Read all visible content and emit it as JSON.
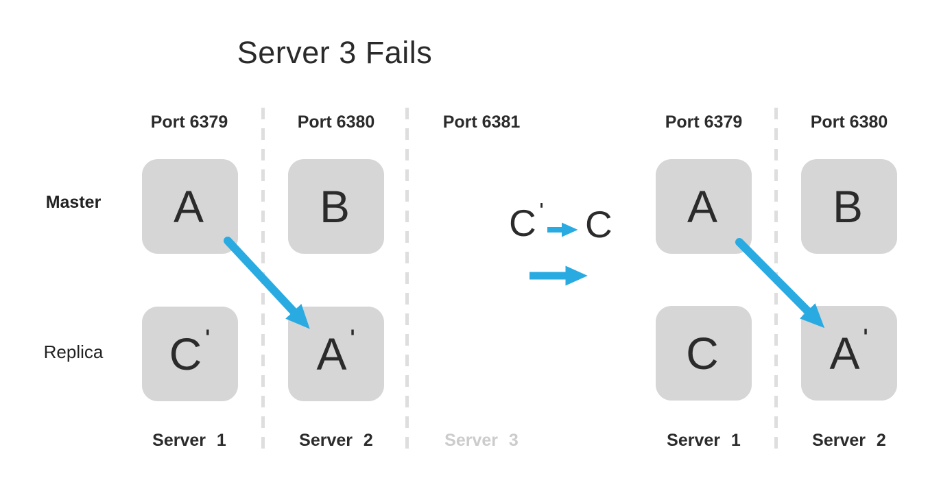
{
  "title": "Server 3 Fails",
  "row_labels": {
    "master": "Master",
    "replica": "Replica"
  },
  "left_cluster": {
    "ports": [
      "Port 6379",
      "Port 6380",
      "Port 6381"
    ],
    "servers": [
      "Server 1",
      "Server 2",
      "Server 3"
    ],
    "nodes": {
      "master": [
        {
          "letter": "A",
          "prime": ""
        },
        {
          "letter": "B",
          "prime": ""
        }
      ],
      "replica": [
        {
          "letter": "C",
          "prime": "'"
        },
        {
          "letter": "A",
          "prime": "'"
        }
      ]
    }
  },
  "right_cluster": {
    "ports": [
      "Port 6379",
      "Port 6380"
    ],
    "servers": [
      "Server 1",
      "Server 2"
    ],
    "nodes": {
      "master": [
        {
          "letter": "A",
          "prime": ""
        },
        {
          "letter": "B",
          "prime": ""
        }
      ],
      "replica": [
        {
          "letter": "C",
          "prime": ""
        },
        {
          "letter": "A",
          "prime": "'"
        }
      ]
    }
  },
  "promotion_note": {
    "from_letter": "C",
    "from_prime": "'",
    "to_letter": "C"
  },
  "colors": {
    "accent_blue": "#29abe2",
    "node_fill": "#d6d6d6",
    "text_dark": "#2b2b2b",
    "faded_text": "#cccccc",
    "divider_gray": "#dedede"
  }
}
